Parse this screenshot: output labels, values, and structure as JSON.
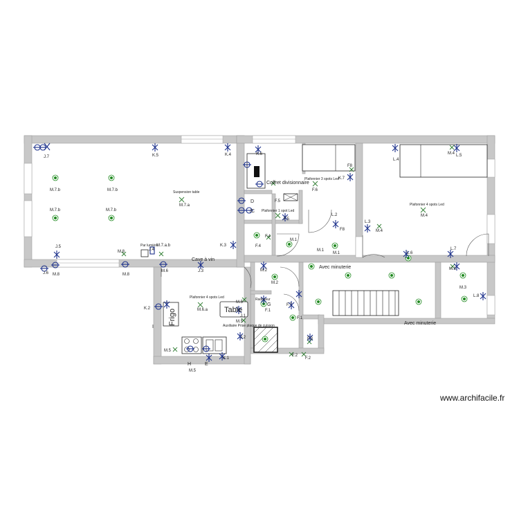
{
  "credit": "www.archifacile.fr",
  "accent_colors": {
    "wall": "#c8c8c8",
    "light": "#1f8a1f",
    "switch": "#1a2f8a"
  },
  "labels": {
    "J7": "J.7",
    "K5": "K.5",
    "K4": "K.4",
    "K6": "K.6",
    "L4": "L.4",
    "M4": "M.4",
    "L5": "L.5",
    "M7b_1": "M.7.b",
    "M7b_2": "M.7.b",
    "M7b_3": "M.7.b",
    "M7b_4": "M.7.b",
    "susp_table": "Suspension table",
    "M7a": "M.7.a",
    "J5": "J.5",
    "J6": "J.6",
    "M8_1": "M.8",
    "M8_2": "M.8",
    "M8_3": "M.8",
    "parlum": "Par lumière",
    "J4": "J.4",
    "M7ab": "M.7.a.b",
    "M6_1": "M.6",
    "K3": "K.3",
    "cave": "Cave à vin",
    "J3": "J.3",
    "coffret": "Coffret divisionnaire",
    "pl3spots": "Plafonnier 3 spots Led",
    "F6": "F.6",
    "F8": "F8",
    "K7": "K.7",
    "F5_1": "F.5",
    "D": "D",
    "C": "/C",
    "pl1": "Plafonnier 1 spot Led",
    "F5_2": "F.5",
    "L2": "L.2",
    "F8b": "F8",
    "L3": "L.3",
    "pl4_right": "Plafonnier 4 spots Led",
    "M4b": "M.4",
    "M4c": "M.4",
    "F4_1": "F.4",
    "F4_2": "F.4",
    "M1_1": "M.1",
    "M1_2": "M.1",
    "M1_3": "M.1",
    "L6": "L.6",
    "L7": "L.7",
    "M3_1": "M.3",
    "M3_2": "M.3",
    "L8": "L.8",
    "minut1": "Avec minuterie",
    "minut2": "Avec minuterie",
    "M2_1": "M.2",
    "M2_2": "M.2",
    "radiator": "Radiateur",
    "G": "G",
    "F7_1": "F.7",
    "F1_1": "F.1",
    "F1_2": "F.1",
    "F3": "F.3",
    "F2_1": "F.2",
    "F2_2": "F.2",
    "K2": "K.2",
    "I": "I",
    "frigo": "Frigo",
    "pl4_kitchen": "Plafonnier 4 spots Led",
    "M6a": "M.6.a",
    "table": "Table",
    "M5_1": "M.5",
    "J1": "J.1",
    "M5_2": "M.5",
    "aux": "Auxiliaire Prise plaque de cuisson",
    "J2": "J.2",
    "M5_3": "M.5",
    "M5_4": "M.5",
    "H": "H",
    "E": "E",
    "K1": "K.1"
  }
}
